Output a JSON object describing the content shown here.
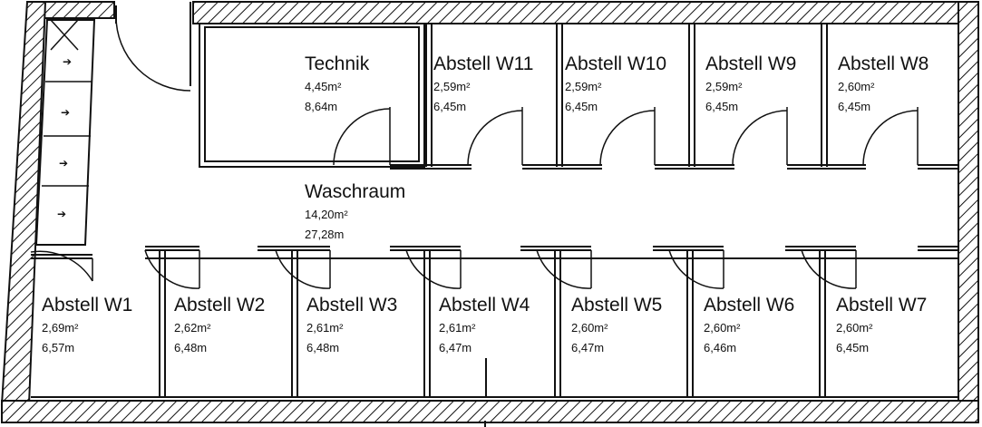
{
  "rooms": {
    "technik": {
      "name": "Technik",
      "area": "4,45m²",
      "perimeter": "8,64m"
    },
    "w11": {
      "name": "Abstell W11",
      "area": "2,59m²",
      "perimeter": "6,45m"
    },
    "w10": {
      "name": "Abstell W10",
      "area": "2,59m²",
      "perimeter": "6,45m"
    },
    "w9": {
      "name": "Abstell W9",
      "area": "2,59m²",
      "perimeter": "6,45m"
    },
    "w8": {
      "name": "Abstell W8",
      "area": "2,60m²",
      "perimeter": "6,45m"
    },
    "waschraum": {
      "name": "Waschraum",
      "area": "14,20m²",
      "perimeter": "27,28m"
    },
    "w1": {
      "name": "Abstell W1",
      "area": "2,69m²",
      "perimeter": "6,57m"
    },
    "w2": {
      "name": "Abstell W2",
      "area": "2,62m²",
      "perimeter": "6,48m"
    },
    "w3": {
      "name": "Abstell W3",
      "area": "2,61m²",
      "perimeter": "6,48m"
    },
    "w4": {
      "name": "Abstell W4",
      "area": "2,61m²",
      "perimeter": "6,47m"
    },
    "w5": {
      "name": "Abstell W5",
      "area": "2,60m²",
      "perimeter": "6,47m"
    },
    "w6": {
      "name": "Abstell W6",
      "area": "2,60m²",
      "perimeter": "6,46m"
    },
    "w7": {
      "name": "Abstell W7",
      "area": "2,60m²",
      "perimeter": "6,45m"
    }
  },
  "colors": {
    "wall": "#111111",
    "hatch": "#111111",
    "background": "#ffffff"
  }
}
